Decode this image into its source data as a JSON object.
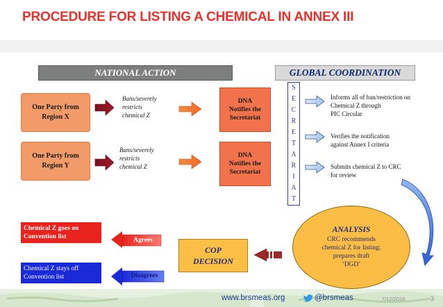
{
  "title": "PROCEDURE FOR LISTING A CHEMICAL IN ANNEX III",
  "headers": {
    "national": "NATIONAL ACTION",
    "global": "GLOBAL COORDINATION"
  },
  "parties": [
    {
      "label": "One Party from Region X",
      "action": "Bans/severely\nrestricts\nchemical Z",
      "dna": "DNA\nNotifies the\nSecretariat"
    },
    {
      "label": "One Party from Region Y",
      "action": "Bans/severely\nrestricts\nchemical Z",
      "dna": "DNA\nNotifies the\nSecretariat"
    }
  ],
  "secretariat": [
    "S",
    "E",
    "C",
    "R",
    "E",
    "T",
    "A",
    "R",
    "I",
    "A",
    "T"
  ],
  "secretariat_tasks": [
    "Informs all of ban/restriction on\nChemical Z through\nPIC Circular",
    "Verifies the notification\nagainst Annex I criteria",
    "Submits chemical Z to CRC\nfor review"
  ],
  "analysis": {
    "heading": "ANALYSIS",
    "body": "CRC recommends\nchemical Z for listing;\nprepares draft\n‘DGD’"
  },
  "cop": {
    "line1": "COP",
    "line2": "DECISION"
  },
  "outcomes": {
    "agrees_label": "Agrees",
    "disagrees_label": "Disagrees",
    "goes_on": "Chemical Z goes on Convention list",
    "stays_off": "Chemical Z stays off Convention list"
  },
  "footer": {
    "website": "www.brsmeas.org",
    "twitter": "@brsmeas",
    "date": "7/12/2016",
    "page": "3"
  },
  "colors": {
    "title": "#e8312b",
    "party": "#f39a69",
    "dna": "#f2724c",
    "secretariat_border": "#2b3f95",
    "analysis": "#fbbd43",
    "cop": "#fbbf46",
    "goes_on": "#e8231d",
    "stays_off": "#1a2ad8"
  }
}
